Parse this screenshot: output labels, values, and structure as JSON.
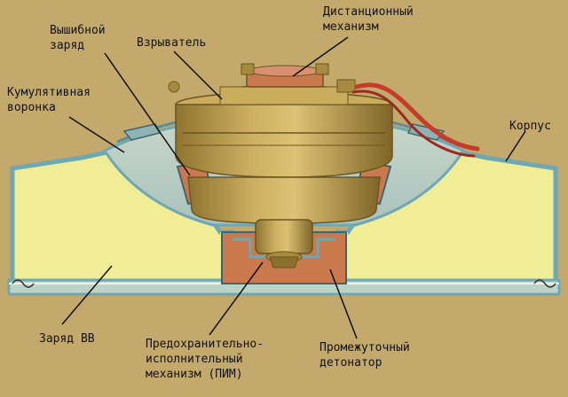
{
  "labels": {
    "distance_mechanism": [
      "Дистанционный",
      "механизм"
    ],
    "shaped_charge": [
      "Вышибной",
      "заряд"
    ],
    "fuze": "Взрыватель",
    "cumulative_funnel": [
      "Кумулятивная",
      "воронка"
    ],
    "body": "Корпус",
    "explosive_charge": "Заряд ВВ",
    "safety_mechanism": [
      "Предохранительно-",
      "исполнительный",
      "механизм (ПИМ)"
    ],
    "intermediate_detonator": [
      "Промежуточный",
      "детонатор"
    ]
  },
  "colors": {
    "background": "#c3a96c",
    "explosive": "#f1ec96",
    "casing_outline": "#6ea8b2",
    "casing_fill": "#bcd3c6",
    "fuze_body": "#b08f3e",
    "fuze_highlight": "#d3b864",
    "detonator": "#c9794d",
    "wire": "#c83a2a"
  }
}
